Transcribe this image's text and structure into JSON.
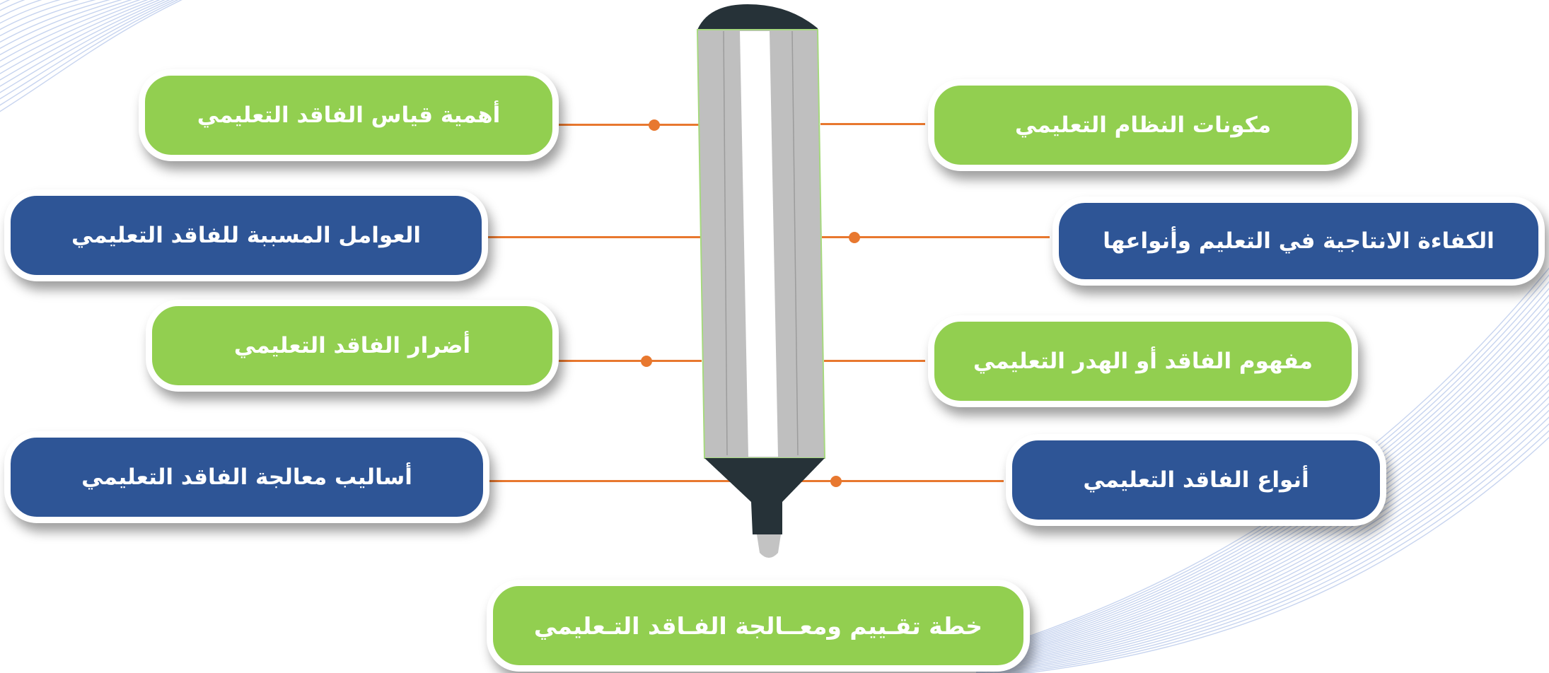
{
  "colors": {
    "green": "#92cf50",
    "blue": "#2e5596",
    "connector": "#e8782f",
    "marker_cap": "#263238",
    "marker_body": "#bfbfbf",
    "marker_stripe": "#ffffff",
    "marker_outline": "#a6d97e",
    "waves": "#b5c6ea"
  },
  "right_items": [
    {
      "label": "مكونات النظام التعليمي",
      "color": "green"
    },
    {
      "label": "الكفاءة الانتاجية في التعليم وأنواعها",
      "color": "blue"
    },
    {
      "label": "مفهوم الفاقد أو الهدر التعليمي",
      "color": "green"
    },
    {
      "label": "أنواع الفاقد التعليمي",
      "color": "blue"
    }
  ],
  "left_items": [
    {
      "label": "أهمية قياس الفاقد التعليمي",
      "color": "green"
    },
    {
      "label": "العوامل المسببة للفاقد التعليمي",
      "color": "blue"
    },
    {
      "label": "أضرار الفاقد التعليمي",
      "color": "green"
    },
    {
      "label": "أساليب معالجة الفاقد التعليمي",
      "color": "blue"
    }
  ],
  "bottom_item": {
    "label": "خطة تقـييم ومعــالجة الفـاقد التـعليمي",
    "color": "green"
  },
  "icons": {
    "center": "highlighter-marker-icon",
    "background": "wave-lines-decoration"
  }
}
